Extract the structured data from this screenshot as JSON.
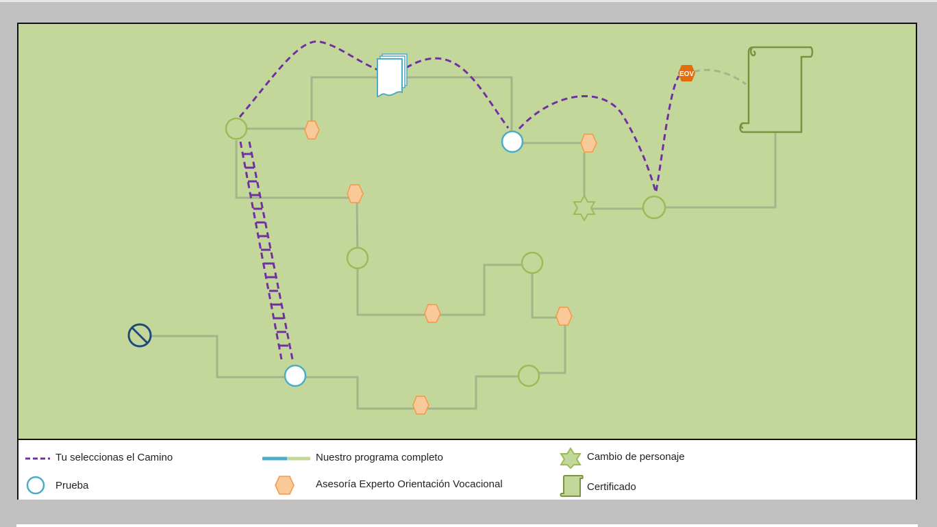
{
  "diagram": {
    "eov_badge": "EOV",
    "colors": {
      "background": "#c3d79b",
      "path_line": "#a3b48a",
      "chosen_path": "#7030a0",
      "test_circle": "#4bacc6",
      "advisory_fill": "#f9c99a",
      "advisory_stroke": "#f79646",
      "character_change": "#9bbb59",
      "certificate": "#77933c",
      "start_icon": "#1f497d",
      "eov": "#e46c0a"
    }
  },
  "legend": {
    "chosen_path": "Tu seleccionas el Camino",
    "full_program": "Nuestro programa completo",
    "character_change": "Cambio de personaje",
    "test": "Prueba",
    "advisory": "Asesoría Experto Orientación Vocacional",
    "certificate": "Certificado",
    "icons": [
      "dashed-line",
      "progress-bar",
      "star",
      "circle",
      "hexagon",
      "scroll"
    ]
  }
}
